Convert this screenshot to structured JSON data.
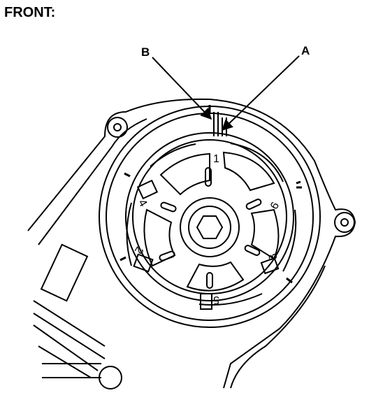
{
  "heading": "FRONT:",
  "callouts": {
    "a": "A",
    "b": "B"
  },
  "cylinder_marks": {
    "top": "1",
    "right": "6",
    "lower_right": "3",
    "bottom": "5",
    "lower_left": "2",
    "left": "4"
  },
  "colors": {
    "line": "#000000",
    "background": "#ffffff"
  }
}
